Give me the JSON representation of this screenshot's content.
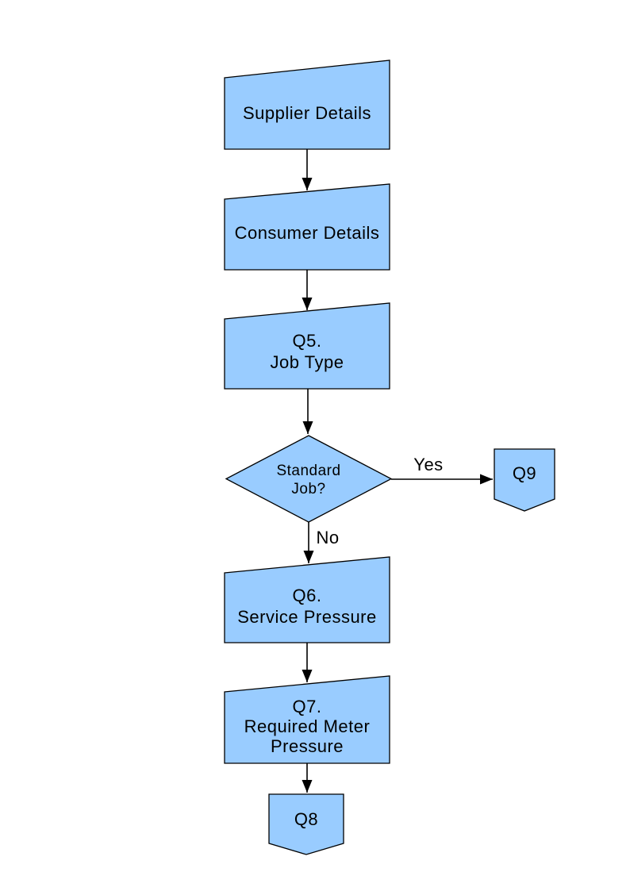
{
  "colors": {
    "background": "#FFFFFF",
    "shape_fill": "#99CCFF",
    "shape_stroke": "#000000",
    "connector": "#000000",
    "text": "#000000"
  },
  "flowchart": {
    "nodes": [
      {
        "id": "supplier-details",
        "shape": "manual-input",
        "lines": [
          "Supplier Details"
        ]
      },
      {
        "id": "consumer-details",
        "shape": "manual-input",
        "lines": [
          "Consumer Details"
        ]
      },
      {
        "id": "q5-job-type",
        "shape": "manual-input",
        "lines": [
          "Q5.",
          "Job Type"
        ]
      },
      {
        "id": "standard-job-decision",
        "shape": "decision",
        "lines": [
          "Standard",
          "Job?"
        ]
      },
      {
        "id": "q9-offpage-connector",
        "shape": "off-page-connector",
        "lines": [
          "Q9"
        ]
      },
      {
        "id": "q6-service-pressure",
        "shape": "manual-input",
        "lines": [
          "Q6.",
          "Service Pressure"
        ]
      },
      {
        "id": "q7-required-meter-pressure",
        "shape": "manual-input",
        "lines": [
          "Q7.",
          "Required Meter",
          "Pressure"
        ]
      },
      {
        "id": "q8-offpage-connector",
        "shape": "off-page-connector",
        "lines": [
          "Q8"
        ]
      }
    ],
    "edges": [
      {
        "from": "supplier-details",
        "to": "consumer-details",
        "label": ""
      },
      {
        "from": "consumer-details",
        "to": "q5-job-type",
        "label": ""
      },
      {
        "from": "q5-job-type",
        "to": "standard-job-decision",
        "label": ""
      },
      {
        "from": "standard-job-decision",
        "to": "q9-offpage-connector",
        "label": "Yes"
      },
      {
        "from": "standard-job-decision",
        "to": "q6-service-pressure",
        "label": "No"
      },
      {
        "from": "q6-service-pressure",
        "to": "q7-required-meter-pressure",
        "label": ""
      },
      {
        "from": "q7-required-meter-pressure",
        "to": "q8-offpage-connector",
        "label": ""
      }
    ]
  }
}
